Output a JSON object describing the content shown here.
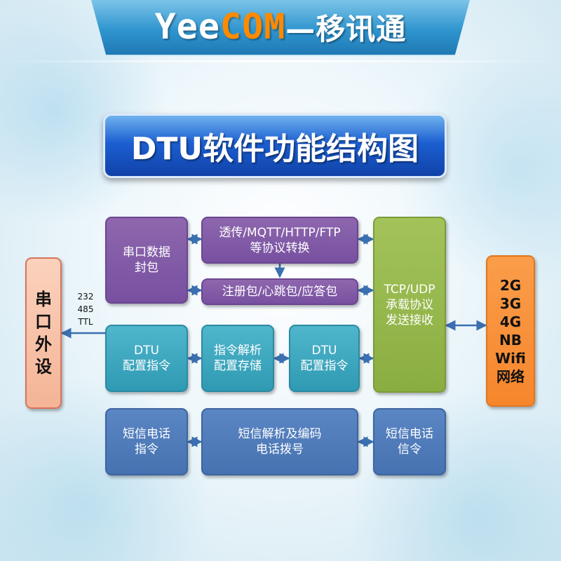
{
  "header": {
    "brand_yee": "Yee",
    "brand_com": "COM",
    "brand_cn": "—移讯通"
  },
  "title": "DTU软件功能结构图",
  "colors": {
    "purple": "#7e58a6",
    "teal": "#37a3bc",
    "blue": "#4b78b8",
    "green": "#8fb24a",
    "peach": "#f7c2a8",
    "orange": "#f78f36",
    "arrow": "#3a6fb0"
  },
  "boxes": {
    "serial_packing": [
      "串口数据",
      "封包"
    ],
    "protocol_convert": [
      "透传/MQTT/HTTP/FTP",
      "等协议转换"
    ],
    "heartbeat": [
      "注册包/心跳包/应答包"
    ],
    "tcp_udp": [
      "TCP/UDP",
      "承载协议",
      "发送接收"
    ],
    "serial_device": [
      "串",
      "口",
      "外",
      "设"
    ],
    "network": [
      "2G",
      "3G",
      "4G",
      "NB",
      "Wifi",
      "网络"
    ],
    "dtu_config_left": [
      "DTU",
      "配置指令"
    ],
    "cmd_parse": [
      "指令解析",
      "配置存储"
    ],
    "dtu_config_right": [
      "DTU",
      "配置指令"
    ],
    "sms_cmd": [
      "短信电话",
      "指令"
    ],
    "sms_parse": [
      "短信解析及编码",
      "电话拨号"
    ],
    "sms_reply": [
      "短信电话",
      "信令"
    ]
  },
  "interfaces": [
    "232",
    "485",
    "TTL"
  ]
}
